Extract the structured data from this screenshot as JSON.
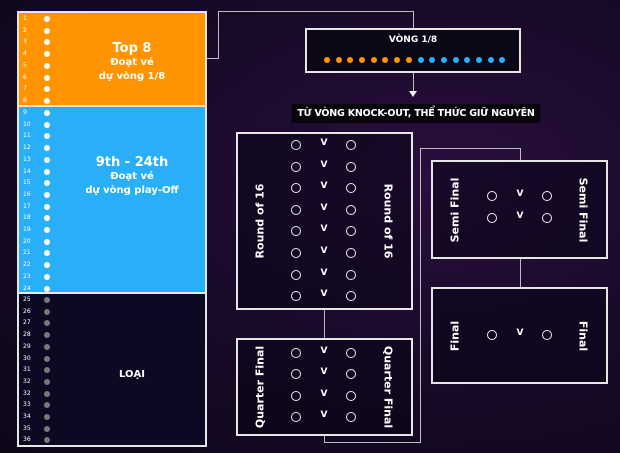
{
  "standings": {
    "top_zone": {
      "title": "Top 8",
      "line1": "Đoạt vé",
      "line2": "dự vòng 1/8",
      "color": "#ff9300",
      "ranks": [
        "1",
        "2",
        "3",
        "4",
        "5",
        "6",
        "7",
        "8"
      ]
    },
    "mid_zone": {
      "title": "9th - 24th",
      "line1": "Đoạt vé",
      "line2": "dự vòng play-Off",
      "color": "#29aff8",
      "ranks": [
        "9",
        "10",
        "11",
        "12",
        "13",
        "14",
        "15",
        "16",
        "17",
        "18",
        "19",
        "20",
        "21",
        "22",
        "23",
        "24"
      ]
    },
    "bottom_zone": {
      "title": "LOẠI",
      "color": "#0c0a22",
      "ranks": [
        "25",
        "26",
        "27",
        "28",
        "29",
        "30",
        "31",
        "32",
        "32",
        "33",
        "34",
        "35",
        "36"
      ]
    }
  },
  "round_of_8_box": {
    "title": "VÒNG 1/8",
    "dots": [
      "#ff9300",
      "#ff9300",
      "#ff9300",
      "#ff9300",
      "#ff9300",
      "#ff9300",
      "#ff9300",
      "#ff9300",
      "#29aff8",
      "#29aff8",
      "#29aff8",
      "#29aff8",
      "#29aff8",
      "#29aff8",
      "#29aff8",
      "#29aff8"
    ]
  },
  "knockout_note": "TỪ VÒNG KNOCK-OUT, THỂ THỨC GIỮ NGUYÊN",
  "bracket": {
    "vs_label": "V",
    "round_of_16": {
      "label": "Round of 16",
      "matches": 8
    },
    "quarter_final": {
      "label": "Quarter Final",
      "matches": 4
    },
    "semi_final": {
      "label": "Semi Final",
      "matches": 2
    },
    "final": {
      "label": "Final",
      "matches": 1
    }
  }
}
